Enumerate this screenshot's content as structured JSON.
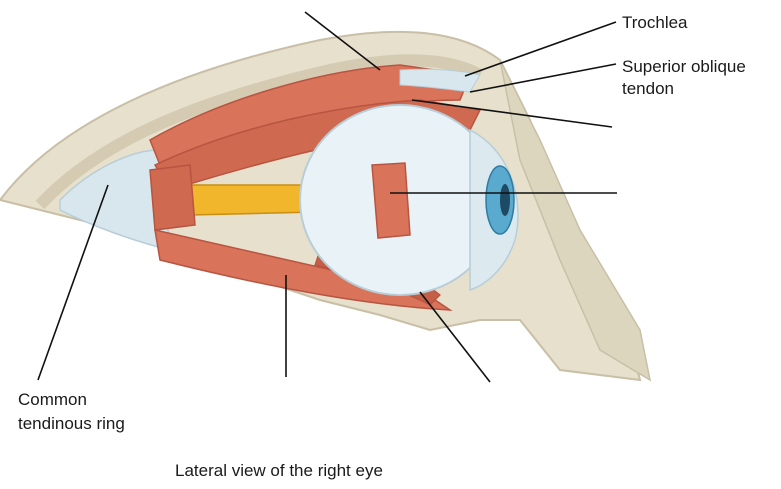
{
  "labels": {
    "trochlea": "Trochlea",
    "superior_oblique_tendon_line1": "Superior oblique",
    "superior_oblique_tendon_line2": "tendon",
    "common_tendinous_ring_line1": "Common",
    "common_tendinous_ring_line2": "tendinous ring"
  },
  "caption": "Lateral view of the right eye",
  "colors": {
    "muscle": "#d9735a",
    "muscle_dark": "#b85440",
    "bone": "#e6e0cc",
    "bone_edge": "#c8bfa6",
    "tendon": "#d8e7ee",
    "optic_nerve": "#f2b62c",
    "sclera": "#e9f3f7",
    "iris": "#5aa9cf"
  }
}
